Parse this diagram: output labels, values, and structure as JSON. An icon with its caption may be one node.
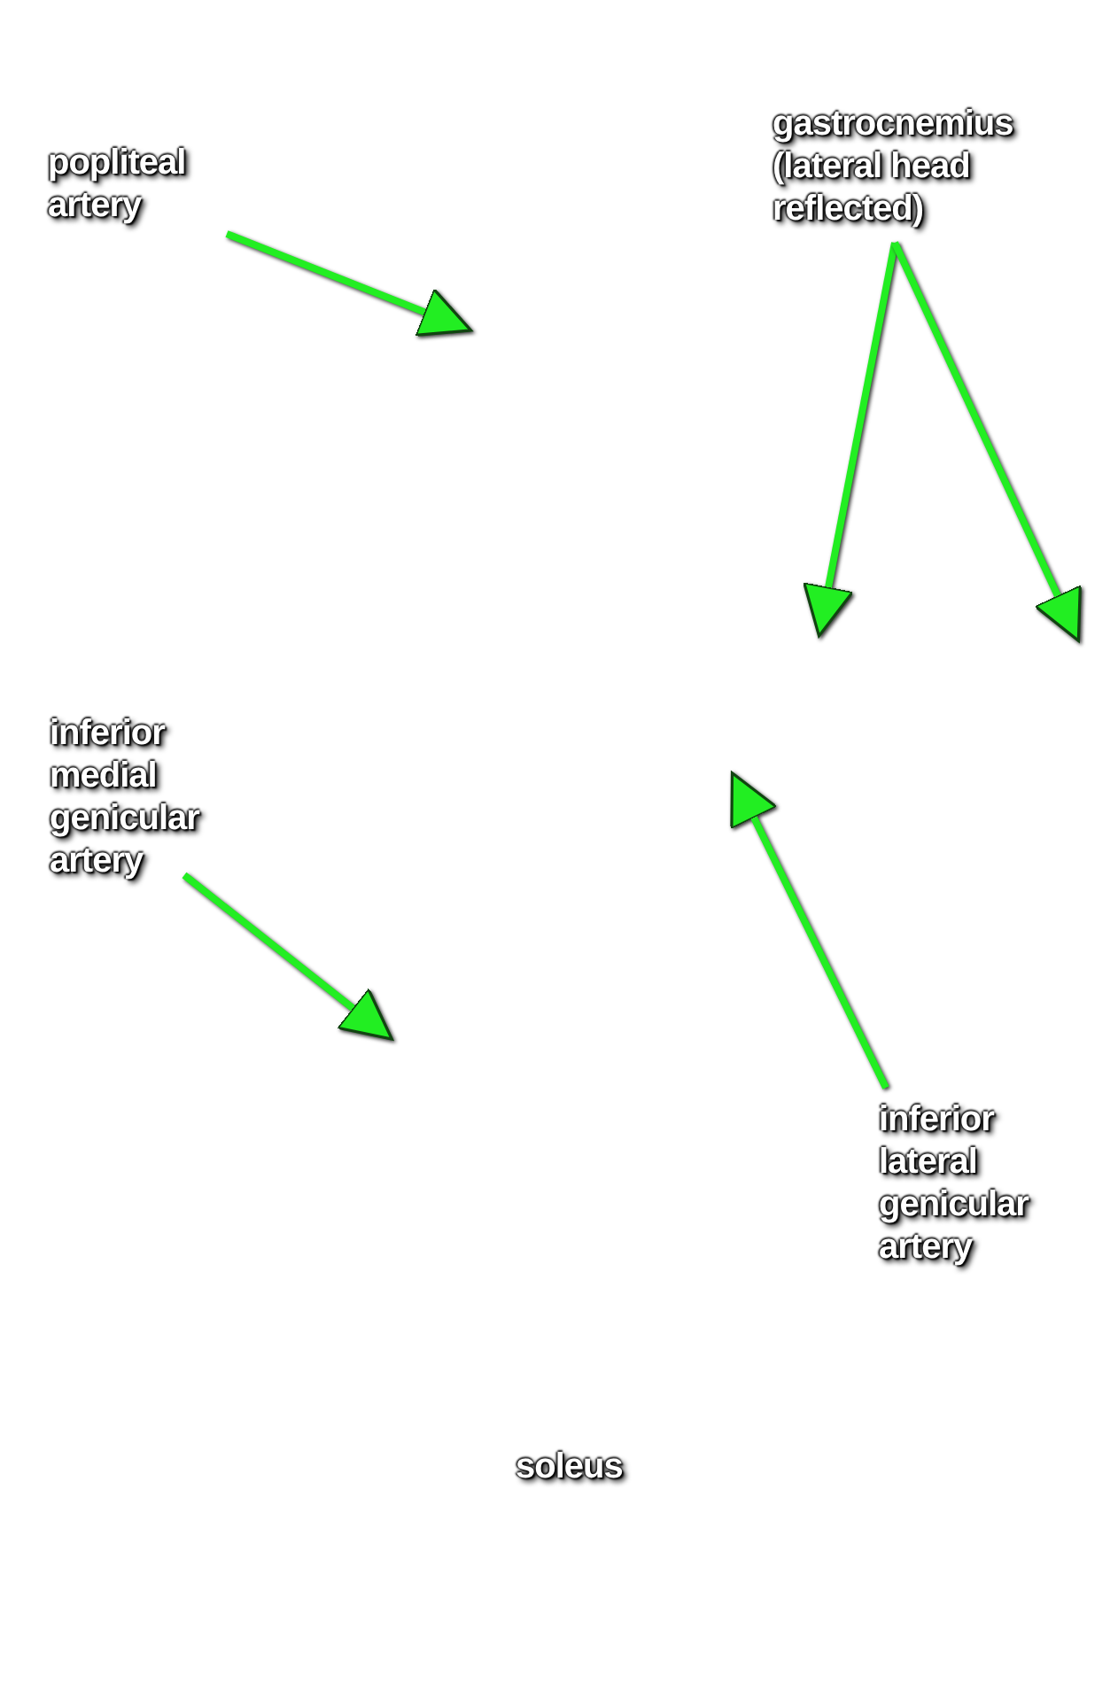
{
  "diagram": {
    "nodes": [
      {
        "text": [
          "popliteal artery"
        ]
      },
      {
        "text": [
          "gastrocnemius (lateral head reflected)"
        ]
      },
      {
        "text": [
          "inferior medial genicular artery"
        ]
      },
      {
        "text": [
          "inferior lateral genicular artery"
        ]
      }
    ],
    "edges": [
      {
        "from": 0,
        "to": null,
        "arrow": "to"
      },
      {
        "from": 1,
        "to": null,
        "arrow": "to"
      },
      {
        "from": 1,
        "to": null,
        "arrow": "to"
      },
      {
        "from": 2,
        "to": null,
        "arrow": "to"
      },
      {
        "from": 3,
        "to": null,
        "arrow": "to"
      }
    ],
    "labels": [
      "soleus"
    ]
  }
}
